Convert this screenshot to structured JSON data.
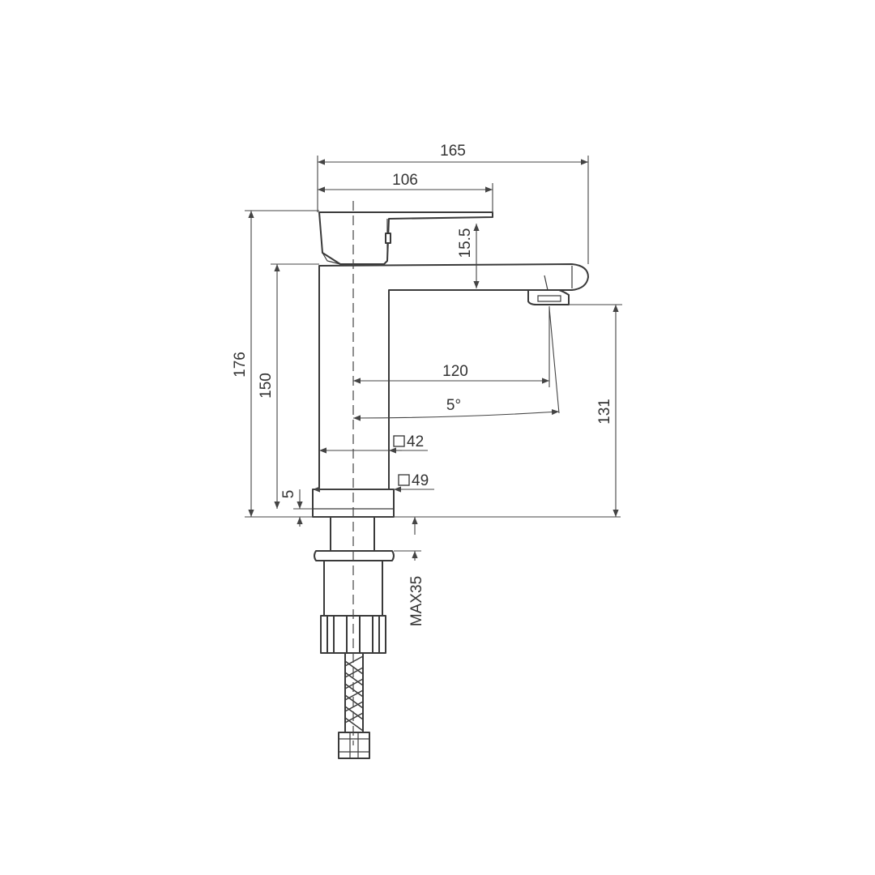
{
  "colors": {
    "line": "#3a3a3a",
    "dimension": "#444444",
    "background": "#ffffff"
  },
  "dimensions": {
    "overall_width": "165",
    "handle_length": "106",
    "spout_thickness": "15.5",
    "overall_height": "176",
    "spout_height": "150",
    "base_thickness": "5",
    "spout_reach": "120",
    "swivel_angle": "5°",
    "body_square": "42",
    "base_square": "49",
    "outlet_height": "131",
    "max_deck_thickness": "MAX35"
  }
}
